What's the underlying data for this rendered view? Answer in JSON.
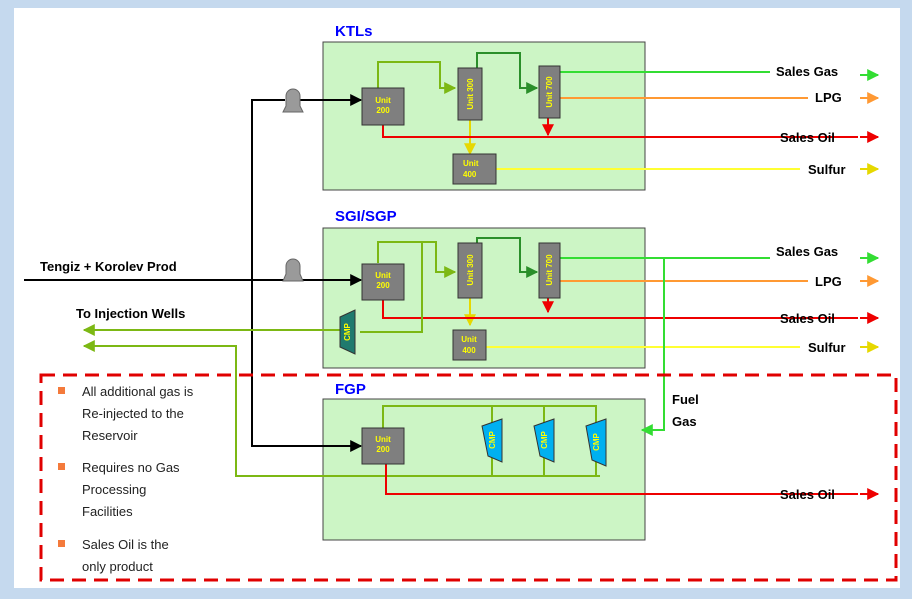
{
  "plants": {
    "ktl": {
      "title": "KTLs"
    },
    "sgi": {
      "title": "SGI/SGP"
    },
    "fgp": {
      "title": "FGP"
    }
  },
  "units": {
    "u200": "Unit 200",
    "u300": "Unit 300",
    "u700": "Unit 700",
    "u400": "Unit 400",
    "cmp": "CMP"
  },
  "products": {
    "sales_gas": "Sales Gas",
    "lpg": "LPG",
    "sales_oil": "Sales Oil",
    "sulfur": "Sulfur"
  },
  "labels": {
    "feed": "Tengiz + Korolev Prod",
    "injection": "To Injection  Wells",
    "fuel_gas_1": "Fuel",
    "fuel_gas_2": "Gas"
  },
  "notes": [
    [
      "All additional gas is",
      "Re-injected to the",
      "Reservoir"
    ],
    [
      "Requires no Gas",
      "Processing",
      "Facilities"
    ],
    [
      "Sales Oil is the",
      "only product"
    ]
  ],
  "colors": {
    "background": "#c5d9ee",
    "plant_fill": "#ccf5c5",
    "unit_fill": "#7f7f7f",
    "cmp_fill": "#00b0f0",
    "cmp_sgi_fill": "#1f7a6e",
    "sales_gas": "#33dd33",
    "lpg": "#ff9933",
    "sales_oil": "#ee0000",
    "sulfur": "#ffff33",
    "gas_internal": "#7cb814",
    "dark_green": "#2a8f2a",
    "dashed_box": "#e00000",
    "bullet": "#f47a3b",
    "title": "#0000ff"
  }
}
